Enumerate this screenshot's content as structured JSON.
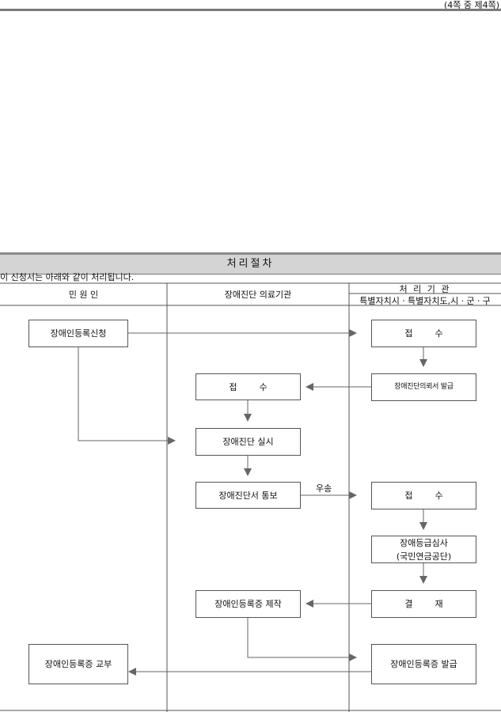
{
  "page_number": "(4쪽 중 제4쪽)",
  "section_title": "처리절차",
  "intro_text": "이 신청서는 아래와 같이 처리됩니다.",
  "columns": {
    "applicant": "민 원 인",
    "medical": "장애진단 의료기관",
    "agency_title": "처 리 기 관",
    "agency_sub": "특별자치시ㆍ특별자치도,시ㆍ군ㆍ구"
  },
  "steps": {
    "apply": "장애인등록신청",
    "receipt1": "접        수",
    "issue_request": "장애진단의뢰서 발급",
    "receipt_medical": "접        수",
    "diagnosis": "장애진단 실시",
    "notify": "장애진단서 통보",
    "receipt2": "접        수",
    "grade_review": "장애등급심사\n(국민연금공단)",
    "approval": "결        재",
    "card_make": "장애인등록증 제작",
    "card_issue": "장애인등록증 발급",
    "card_deliver": "장애인등록증 교부"
  },
  "mail_label": "우송"
}
